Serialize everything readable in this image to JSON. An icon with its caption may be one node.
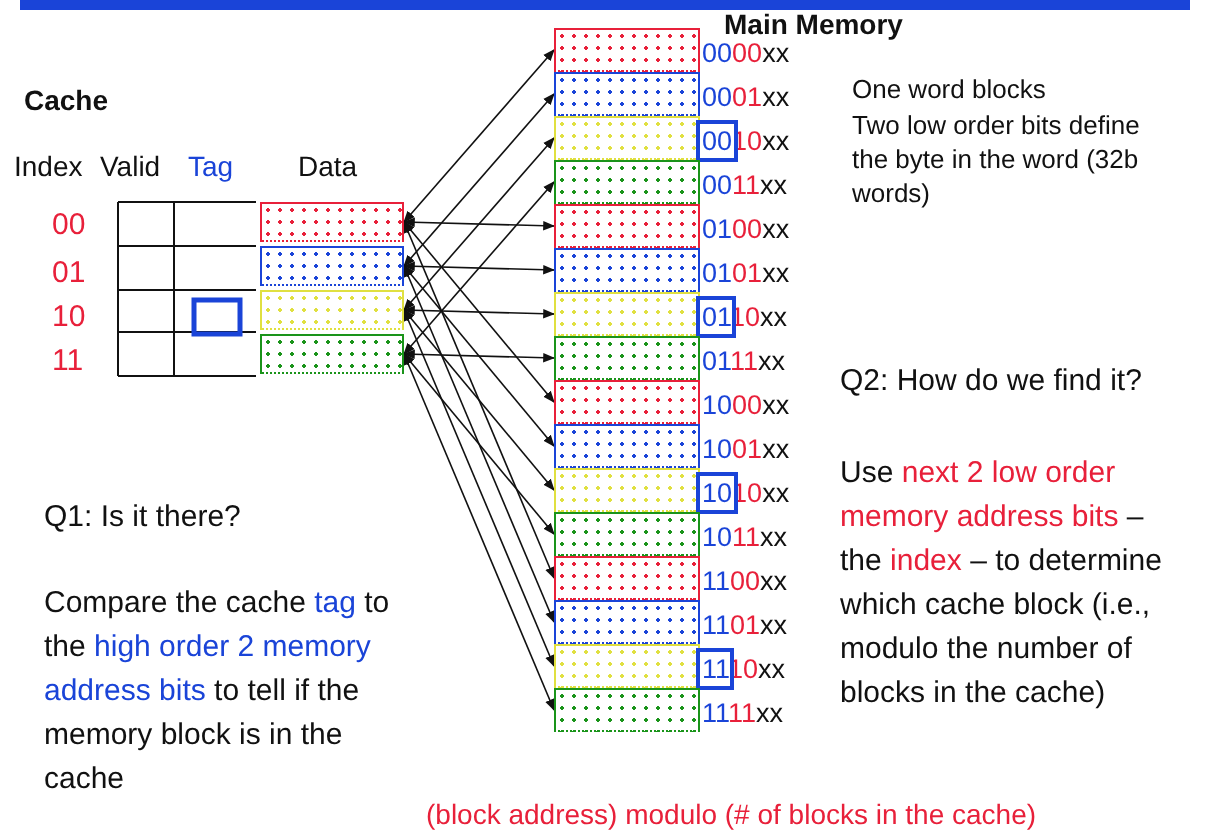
{
  "diagram": {
    "nodes": [
      {
        "text": [],
        "shape": "box"
      },
      {
        "text": [],
        "shape": "box"
      },
      {
        "text": [],
        "shape": "box"
      },
      {
        "text": [],
        "shape": "box"
      },
      {
        "text": [],
        "shape": "box",
        "beside": [
          "0000xx"
        ]
      },
      {
        "text": [],
        "shape": "box",
        "beside": [
          "0001xx"
        ]
      },
      {
        "text": [],
        "shape": "box",
        "beside": [
          "0010xx"
        ]
      },
      {
        "text": [],
        "shape": "box",
        "beside": [
          "0011xx"
        ]
      },
      {
        "text": [],
        "shape": "box",
        "beside": [
          "0100xx"
        ]
      },
      {
        "text": [],
        "shape": "box",
        "beside": [
          "0101xx"
        ]
      },
      {
        "text": [],
        "shape": "box",
        "beside": [
          "0110xx"
        ]
      },
      {
        "text": [],
        "shape": "box",
        "beside": [
          "0111xx"
        ]
      },
      {
        "text": [],
        "shape": "box",
        "beside": [
          "1000xx"
        ]
      },
      {
        "text": [],
        "shape": "box",
        "beside": [
          "1001xx"
        ]
      },
      {
        "text": [],
        "shape": "box",
        "beside": [
          "1010xx"
        ]
      },
      {
        "text": [],
        "shape": "box",
        "beside": [
          "1011xx"
        ]
      },
      {
        "text": [],
        "shape": "box",
        "beside": [
          "1100xx"
        ]
      },
      {
        "text": [],
        "shape": "box",
        "beside": [
          "1101xx"
        ]
      },
      {
        "text": [],
        "shape": "box",
        "beside": [
          "1110xx"
        ]
      },
      {
        "text": [],
        "shape": "box",
        "beside": [
          "1111xx"
        ]
      }
    ],
    "edges": [
      {
        "from": 0,
        "to": 4,
        "arrow": "both"
      },
      {
        "from": 1,
        "to": 5,
        "arrow": "both"
      },
      {
        "from": 2,
        "to": 6,
        "arrow": "both"
      },
      {
        "from": 3,
        "to": 7,
        "arrow": "both"
      },
      {
        "from": 0,
        "to": 8,
        "arrow": "both"
      },
      {
        "from": 1,
        "to": 9,
        "arrow": "both"
      },
      {
        "from": 2,
        "to": 10,
        "arrow": "both"
      },
      {
        "from": 3,
        "to": 11,
        "arrow": "both"
      },
      {
        "from": 0,
        "to": 12,
        "arrow": "both"
      },
      {
        "from": 1,
        "to": 13,
        "arrow": "both"
      },
      {
        "from": 2,
        "to": 14,
        "arrow": "both"
      },
      {
        "from": 3,
        "to": 15,
        "arrow": "both"
      },
      {
        "from": 0,
        "to": 16,
        "arrow": "both"
      },
      {
        "from": 1,
        "to": 17,
        "arrow": "both"
      },
      {
        "from": 2,
        "to": 18,
        "arrow": "both"
      },
      {
        "from": 3,
        "to": 19,
        "arrow": "both"
      }
    ],
    "labels": [
      "Main Memory",
      "Cache",
      "One word blocks",
      "Two low order bits define the byte in the word (32b words)",
      "Index",
      "Valid",
      "Tag",
      "Data",
      "00",
      "01",
      "10",
      "11",
      "Q2: How do we find it?",
      "Use",
      "next 2 low order memory address bits",
      "– the",
      "index",
      "– to determine which cache block (i.e., modulo the number of blocks in the cache)",
      "Q1: Is it there?",
      "Compare the cache",
      "tag",
      "to the",
      "high order 2 memory address bits",
      "to tell if the memory block is in the cache",
      "(block address) modulo (# of blocks in the cache)"
    ]
  }
}
